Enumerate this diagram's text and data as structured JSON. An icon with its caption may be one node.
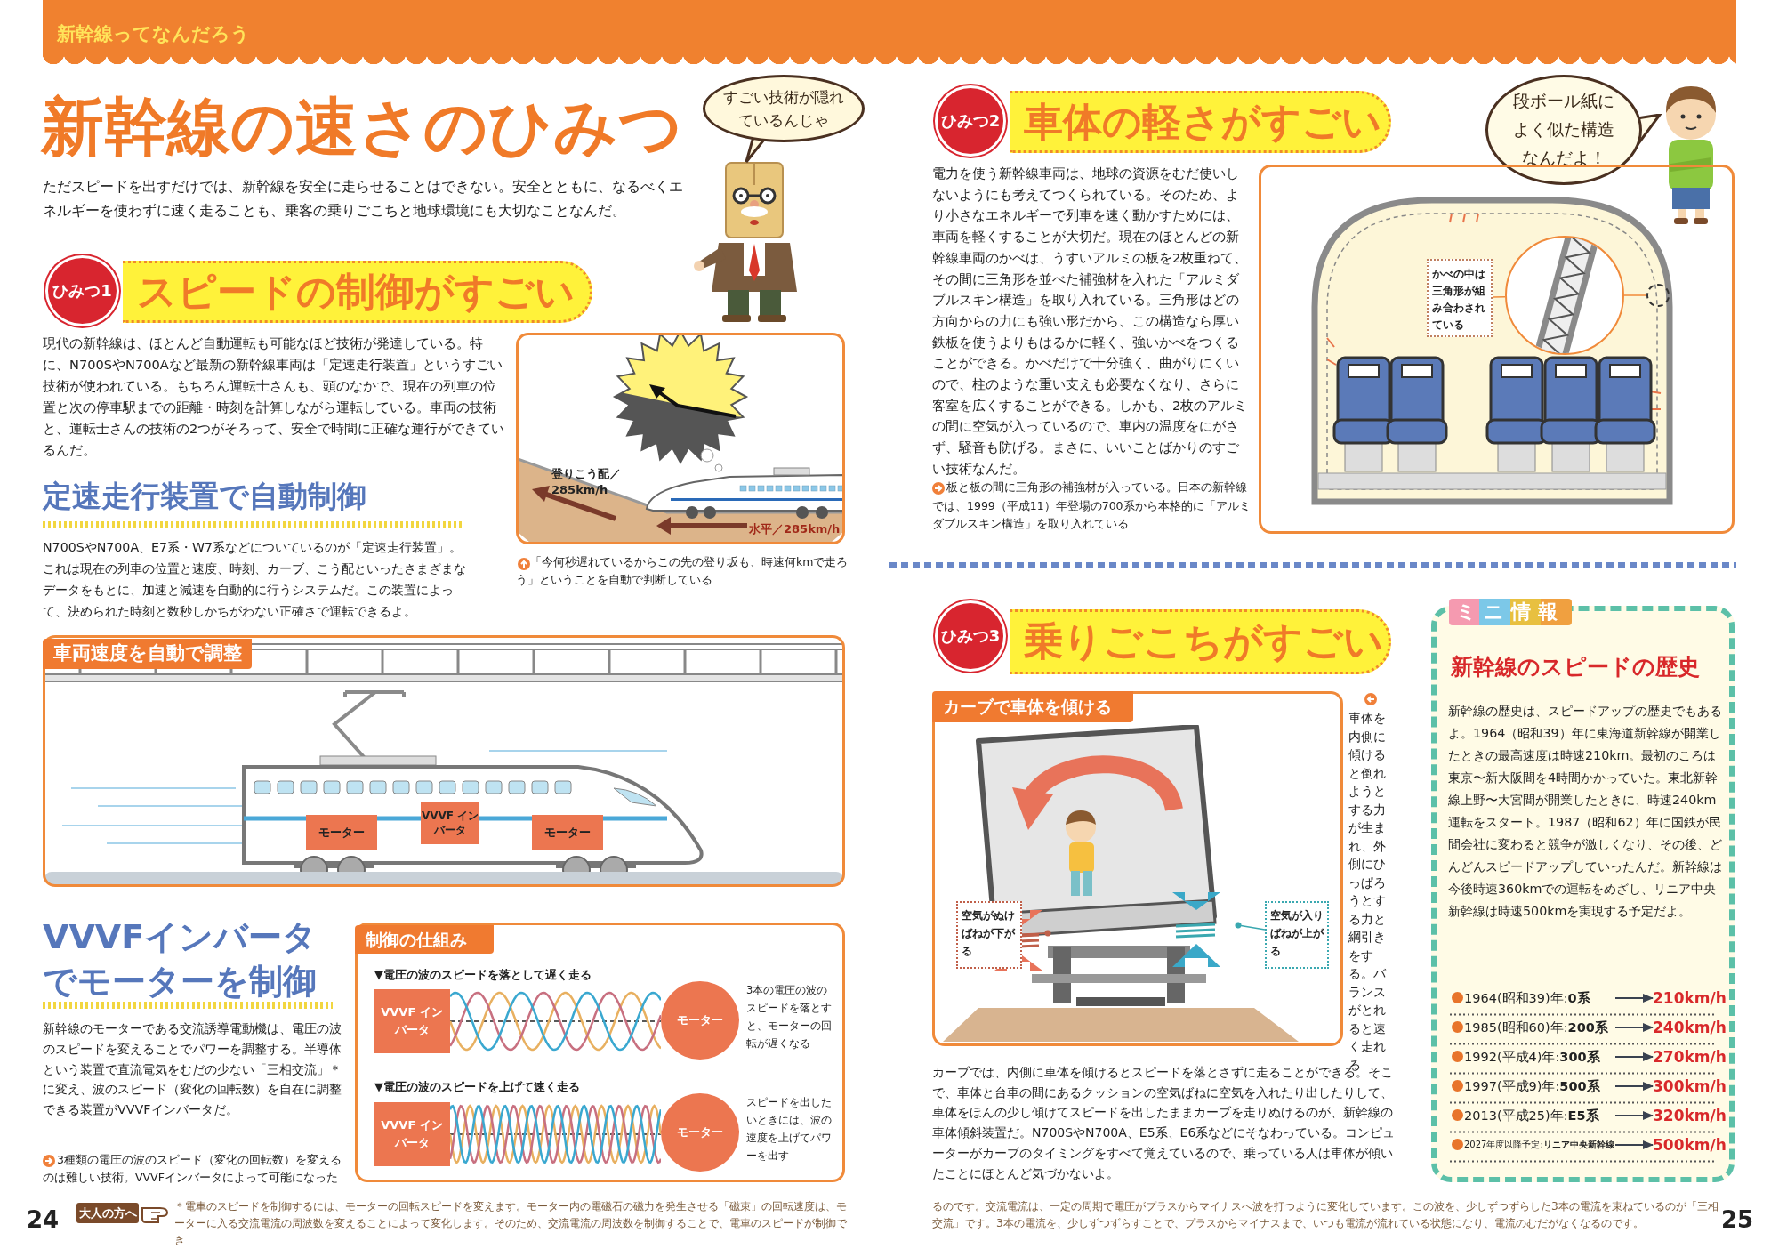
{
  "diagram": {
    "nodes": [
      {
        "text": [
          "新幹線ってなんだろう"
        ]
      },
      {
        "text": [
          "すごい技術が隠れているんじゃ"
        ]
      },
      {
        "text": [
          "ひみつ1"
        ]
      },
      {
        "text": [
          "スピードの制御がすごい"
        ]
      },
      {
        "text": [
          "登りこう配／285km/h",
          "水平／285km/h"
        ],
        "beside": [
          "「今何秒遅れているからこの先の登り坂も、時速何kmで走ろう」ということを自動で判断している"
        ]
      },
      {
        "text": [
          "車両速度を自動で調整"
        ]
      },
      {
        "text": [
          "モーター"
        ],
        "in": 5
      },
      {
        "text": [
          "VVVF インバータ"
        ],
        "in": 5
      },
      {
        "text": [
          "モーター"
        ],
        "in": 5
      },
      {
        "text": [
          "制御の仕組み",
          "▼電圧の波のスピードを落として遅く走る",
          "3本の電圧の波のスピードを落とすと、モーターの回転が遅くなる",
          "▼電圧の波のスピードを上げて速く走る",
          "スピードを出したいときには、波の速度を上げてパワーを出す"
        ]
      },
      {
        "text": [
          "VVVF インバータ"
        ],
        "in": 9
      },
      {
        "text": [
          "モーター"
        ],
        "in": 9
      },
      {
        "text": [
          "VVVF インバータ"
        ],
        "in": 9
      },
      {
        "text": [
          "モーター"
        ],
        "in": 9
      },
      {
        "text": [
          "ひみつ2"
        ]
      },
      {
        "text": [
          "車体の軽さがすごい"
        ]
      },
      {
        "text": [
          "段ボール紙によく似た構造なんだよ！"
        ]
      },
      {
        "text": [],
        "shape": "box"
      },
      {
        "text": [
          "かべの中は三角形が組み合わされている"
        ],
        "in": 17
      },
      {
        "text": [],
        "shape": "circle",
        "in": 17
      },
      {
        "text": [],
        "shape": "circle",
        "in": 17
      },
      {
        "text": [
          "ひみつ3"
        ]
      },
      {
        "text": [
          "乗りごこちがすごい"
        ]
      },
      {
        "text": [
          "カーブで車体を傾ける"
        ],
        "beside": [
          "車体を内側に傾けると倒れようとする力が生まれ、外側にひっぱろうとする力と綱引きをする。バランスがとれると速く走れる"
        ]
      },
      {
        "text": [
          "空気がぬけばねが下がる"
        ],
        "in": 23
      },
      {
        "text": [
          "空気が入りばねが上がる"
        ],
        "in": 23
      },
      {
        "text": [
          "ミニ情報",
          "新幹線のスピードの歴史",
          "新幹線の歴史は、スピードアップの歴史でもあるよ。1964（昭和39）年に東海道新幹線が開業したときの最高速度は時速210km。最初のころは東京〜新大阪間を4時間かかっていた。東北新幹線上野〜大宮間が開業したときに、時速240km運転をスタート。1987（昭和62）年に国鉄が民間会社に変わると競争が激しくなり、その後、どんどんスピードアップしていったんだ。新幹線は今後時速360kmでの運転をめざし、リニア中央新幹線は時速500kmを実現する予定だよ。"
        ]
      },
      {
        "text": [
          "1964(昭和39)年:**0系**"
        ],
        "in": 26
      },
      {
        "text": [
          "210km/h"
        ],
        "in": 26
      },
      {
        "text": [
          "1985(昭和60)年:**200系**"
        ],
        "in": 26
      },
      {
        "text": [
          "240km/h"
        ],
        "in": 26
      },
      {
        "text": [
          "1992(平成4)年:**300系**"
        ],
        "in": 26
      },
      {
        "text": [
          "270km/h"
        ],
        "in": 26
      },
      {
        "text": [
          "1997(平成9)年:**500系**"
        ],
        "in": 26
      },
      {
        "text": [
          "300km/h"
        ],
        "in": 26
      },
      {
        "text": [
          "2013(平成25)年:**E5系**"
        ],
        "in": 26
      },
      {
        "text": [
          "320km/h"
        ],
        "in": 26
      },
      {
        "text": [
          "2027年度以降予定:**リニア中央新幹線**"
        ],
        "in": 26
      },
      {
        "text": [
          "500km/h"
        ],
        "in": 26
      },
      {
        "text": [
          "大人の方へ"
        ]
      }
    ],
    "edges": [
      {
        "from": 18,
        "to": 19,
        "arrow": "none",
        "color": "#f08a3a"
      },
      {
        "from": 19,
        "to": 20,
        "arrow": "none",
        "color": "#f08a3a"
      },
      {
        "from": 24,
        "to": null,
        "arrow": "other",
        "color": "#c0604a"
      },
      {
        "from": 25,
        "to": null,
        "arrow": "other",
        "color": "#3aa8b0"
      },
      {
        "from": 27,
        "to": 28,
        "arrow": "to"
      },
      {
        "from": 29,
        "to": 30,
        "arrow": "to"
      },
      {
        "from": 31,
        "to": 32,
        "arrow": "to"
      },
      {
        "from": 33,
        "to": 34,
        "arrow": "to"
      },
      {
        "from": 35,
        "to": 36,
        "arrow": "to"
      },
      {
        "from": 37,
        "to": 38,
        "arrow": "to"
      }
    ],
    "labels": [
      "新幹線の速さのひみつ",
      "ただスピードを出すだけでは、新幹線を安全に走らせることはできない。安全とともに、なるべくエネルギーを使わずに速く走ることも、乗客の乗りごこちと地球環境にも大切なことなんだ。",
      "現代の新幹線は、ほとんど自動運転も可能なほど技術が発達している。特に、N700SやN700Aなど最新の新幹線車両は「定速走行装置」というすごい技術が使われている。もちろん運転士さんも、頭のなかで、現在の列車の位置と次の停車駅までの距離・時刻を計算しながら運転している。車両の技術と、運転士さんの技術の2つがそろって、安全で時間に正確な運行ができているんだ。",
      "定速走行装置で自動制御",
      "N700SやN700A、E7系・W7系などについているのが「定速走行装置」。これは現在の列車の位置と速度、時刻、カーブ、こう配といったさまざまなデータをもとに、加速と減速を自動的に行うシステムだ。この装置によって、決められた時刻と数秒しかちがわない正確さで運転できるよ。",
      "VVVFインバータでモーターを制御",
      "新幹線のモーターである交流誘導電動機は、電圧の波のスピードを変えることでパワーを調整する。半導体という装置で直流電気をむだの少ない「三相交流」＊に変え、波のスピード（変化の回転数）を自在に調整できる装置がVVVFインバータだ。",
      "3種類の電圧の波のスピード（変化の回転数）を変えるのは難しい技術。VVVFインバータによって可能になった",
      "＊電車のスピードを制御するには、モーターの回転スピードを変えます。モーター内の電磁石の磁力を発生させる「磁束」の回転速度は、モーターに入る交流電流の周波数を変えることによって変化します。そのため、交流電流の周波数を制御することで、電車のスピードが制御でき",
      "24",
      "電力を使う新幹線車両は、地球の資源をむだ使いしないようにも考えてつくられている。そのため、より小さなエネルギーで列車を速く動かすためには、車両を軽くすることが大切だ。現在のほとんどの新幹線車両のかべは、うすいアルミの板を2枚重ねて、その間に三角形を並べた補強材を入れた「アルミダブルスキン構造」を取り入れている。三角形はどの方向からの力にも強い形だから、この構造なら厚い鉄板を使うよりもはるかに軽く、強いかべをつくることができる。かべだけで十分強く、曲がりにくいので、柱のような重い支えも必要なくなり、さらに客室を広くすることができる。しかも、2枚のアルミの間に空気が入っているので、車内の温度をにがさず、騒音も防げる。まさに、いいことばかりのすごい技術なんだ。",
      "板と板の間に三角形の補強材が入っている。日本の新幹線では、1999（平成11）年登場の700系から本格的に「アルミダブルスキン構造」を取り入れている",
      "カーブでは、内側に車体を傾けるとスピードを落とさずに走ることができる。そこで、車体と台車の間にあるクッションの空気ばねに空気を入れたり出したりして、車体をほんの少し傾けてスピードを出したままカーブを走りぬけるのが、新幹線の車体傾斜装置だ。N700SやN700A、E5系、E6系などにそなわっている。コンピューターがカーブのタイミングをすべて覚えているので、乗っている人は車体が傾いたことにほとんど気づかないよ。",
      "るのです。交流電流は、一定の周期で電圧がプラスからマイナスへ波を打つように変化しています。この波を、少しずつずらした3本の電流を束ねているのが「三相交流」です。3本の電流を、少しずつずらすことで、プラスからマイナスまで、いつも電流が流れている状態になり、電流のむだがなくなるのです。",
      "25"
    ]
  }
}
